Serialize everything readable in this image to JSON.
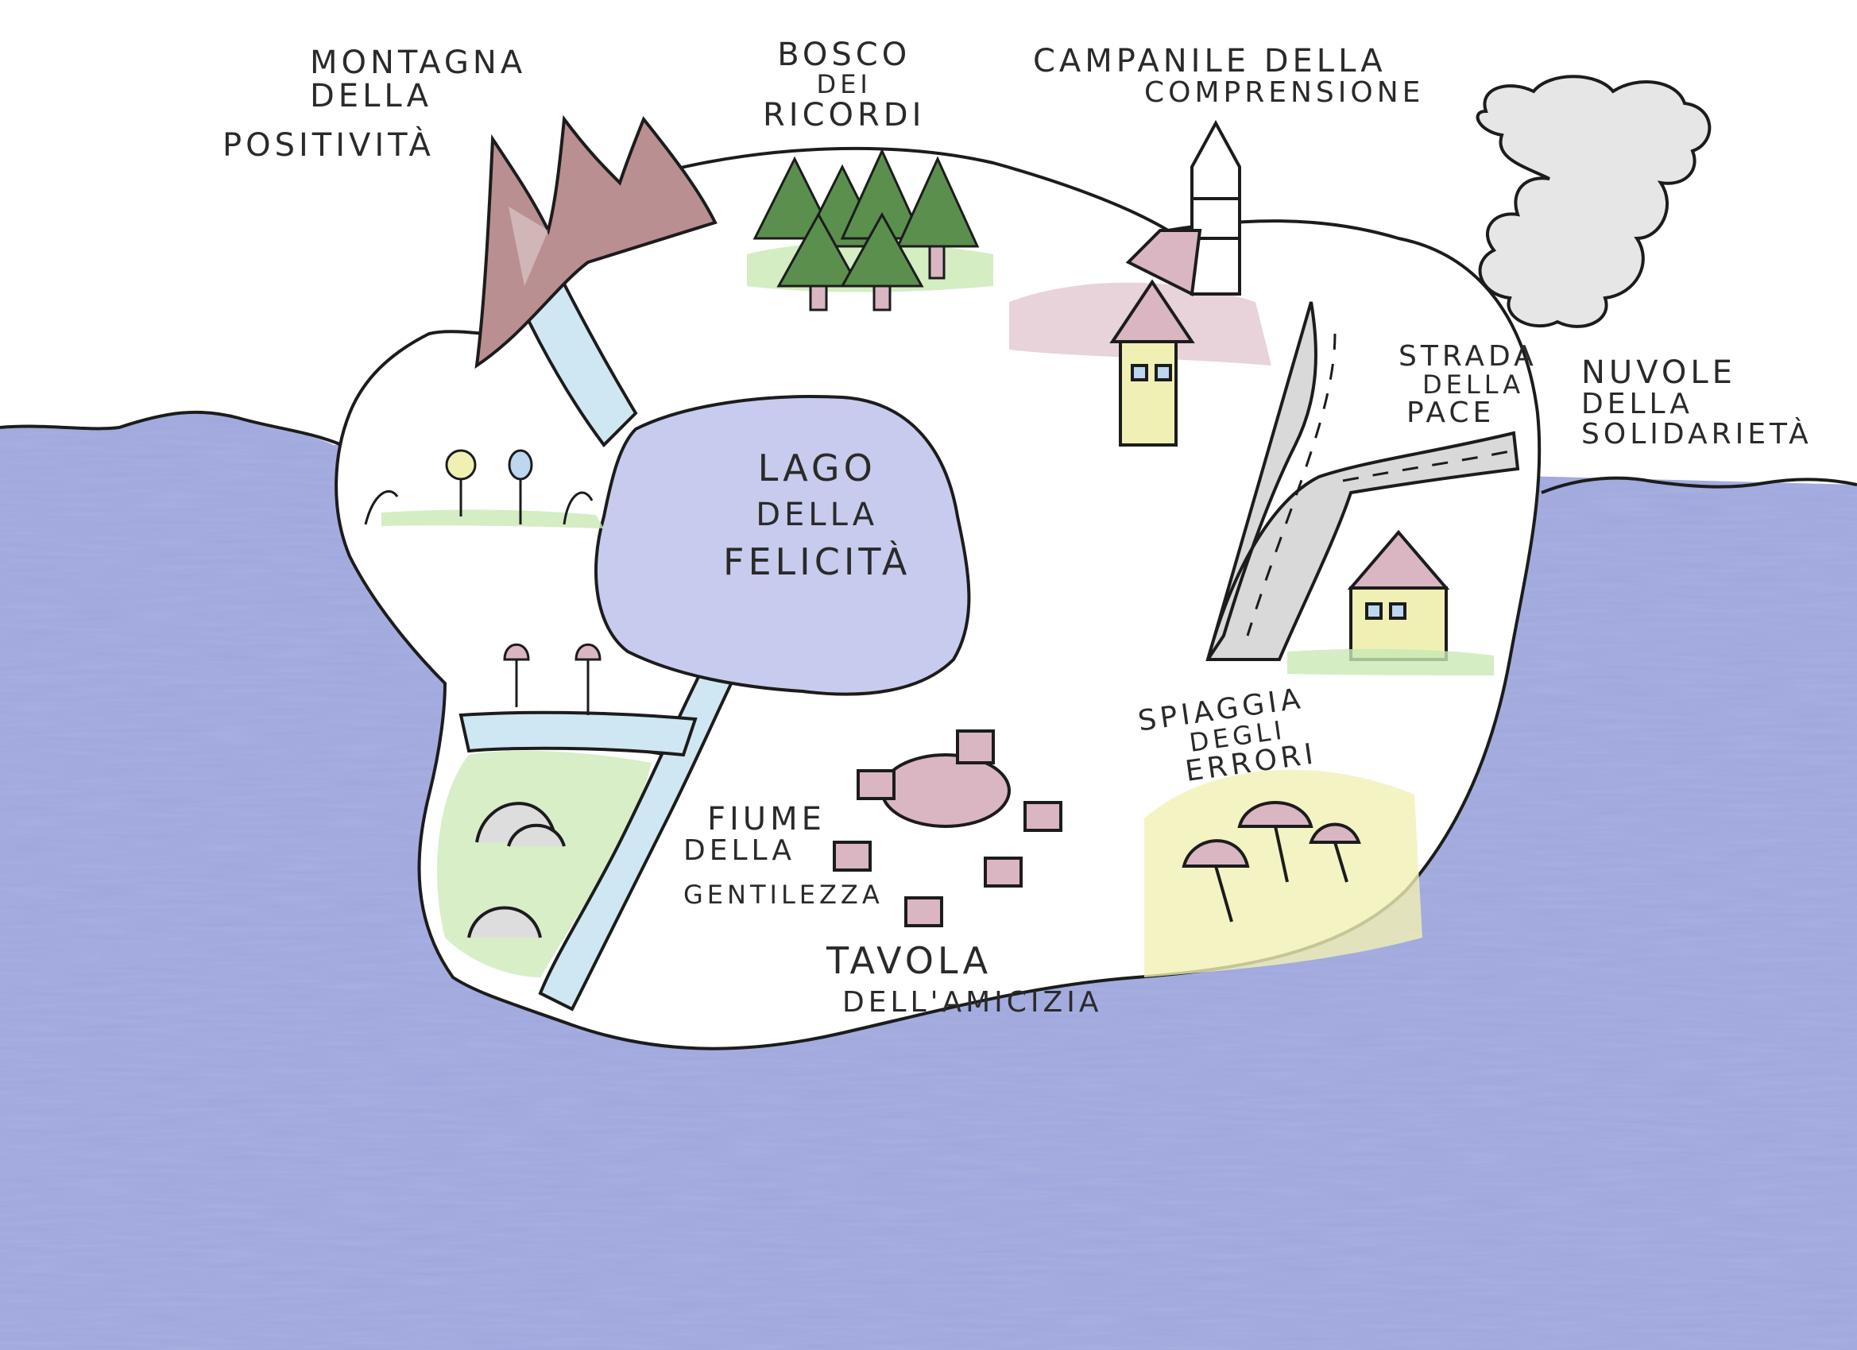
{
  "places": {
    "montagna": {
      "lines": [
        "Montagna",
        "Della",
        "Positività"
      ],
      "icon": "mountain-icon"
    },
    "bosco": {
      "lines": [
        "Bosco",
        "dei",
        "Ricordi"
      ],
      "icon": "pine-tree-icon"
    },
    "campanile": {
      "lines": [
        "Campanile della",
        "comprensione"
      ],
      "icon": "bell-tower-icon"
    },
    "nuvole": {
      "lines": [
        "Nuvole",
        "della",
        "solidarietà"
      ],
      "icon": "cloud-icon"
    },
    "strada": {
      "lines": [
        "Strada",
        "della",
        "Pace"
      ],
      "icon": "road-icon"
    },
    "lago": {
      "lines": [
        "Lago",
        "della",
        "felicità"
      ],
      "icon": "lake-icon"
    },
    "fiume": {
      "lines": [
        "Fiume",
        "della",
        "gentilezza"
      ],
      "icon": "river-icon"
    },
    "tavola": {
      "lines": [
        "Tavola",
        "dell'amicizia"
      ],
      "icon": "table-icon"
    },
    "spiaggia": {
      "lines": [
        "Spiaggia",
        "degli",
        "errori"
      ],
      "icon": "umbrella-icon"
    }
  },
  "colors": {
    "sea": "#9ea6dc",
    "lake": "#c7cbed",
    "river": "#cfe7f3",
    "grass": "#c9e8b4",
    "mountain": "#b98f92",
    "tree": "#5b8f4e",
    "sand": "#f1f0b4",
    "pink": "#d9b6c2",
    "road": "#d9d9d9",
    "ink": "#1c1c1c"
  }
}
